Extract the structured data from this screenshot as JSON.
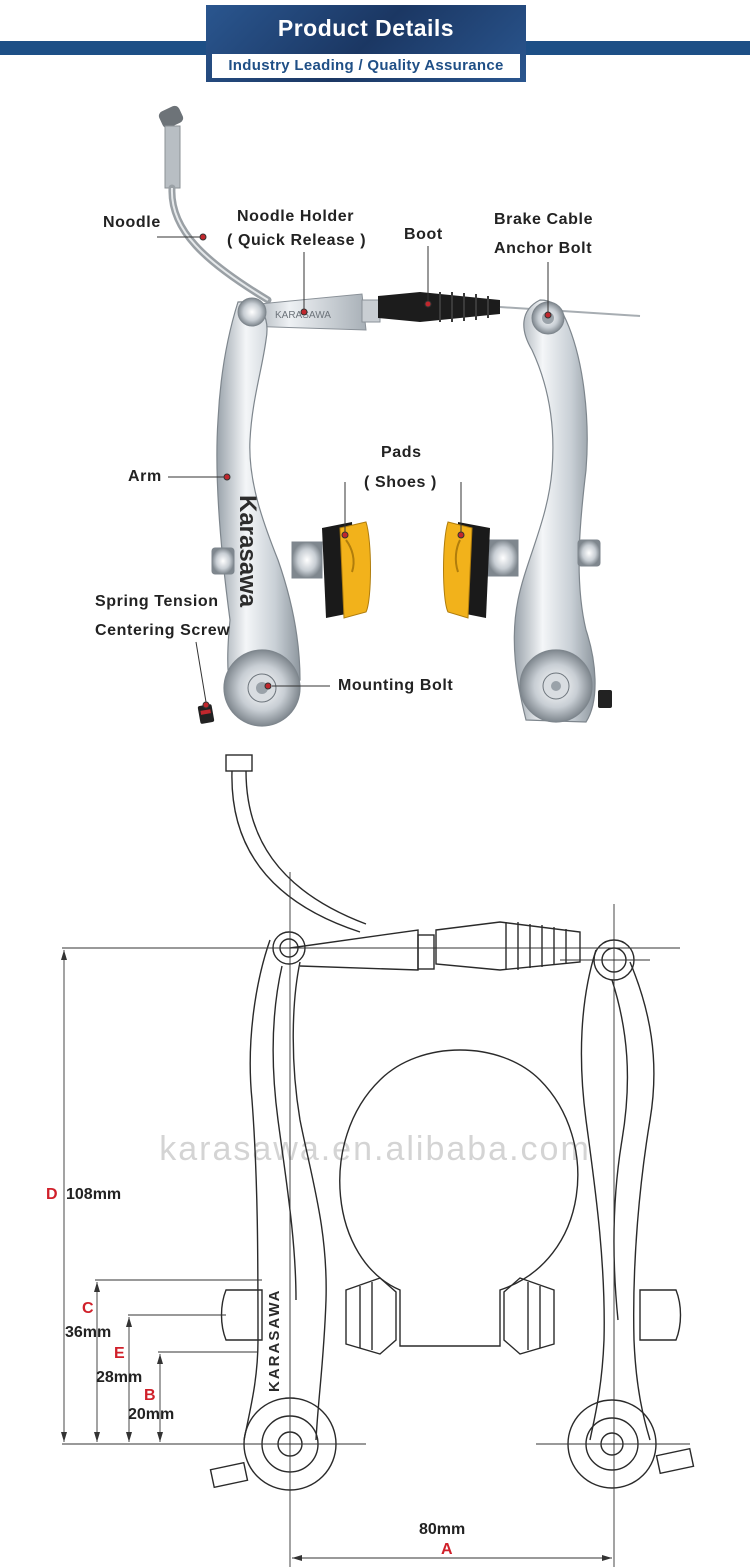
{
  "header": {
    "title": "Product Details",
    "subtitle": "Industry Leading / Quality Assurance"
  },
  "photo": {
    "brand_on_arm": "Karasawa",
    "noodle_print": "KARASAWA",
    "labels": {
      "noodle": "Noodle",
      "noodle_holder_1": "Noodle Holder",
      "noodle_holder_2": "( Quick Release )",
      "boot": "Boot",
      "anchor_1": "Brake Cable",
      "anchor_2": "Anchor Bolt",
      "pads_1": "Pads",
      "pads_2": "( Shoes )",
      "arm": "Arm",
      "spring_1": "Spring Tension",
      "spring_2": "Centering Screw",
      "mounting": "Mounting Bolt"
    }
  },
  "drawing": {
    "watermark": "karasawa.en.alibaba.com",
    "brand_on_arm": "KARASAWA",
    "dimensions": {
      "D": {
        "letter": "D",
        "value": "108mm"
      },
      "C": {
        "letter": "C",
        "value": "36mm"
      },
      "E": {
        "letter": "E",
        "value": "28mm"
      },
      "B": {
        "letter": "B",
        "value": "20mm"
      },
      "A": {
        "letter": "A",
        "value": "80mm"
      }
    }
  },
  "colors": {
    "banner": "#1f3e6e",
    "band": "#1d4f86",
    "pad": "#f2b21b",
    "dimension_letter": "#d0202a"
  }
}
